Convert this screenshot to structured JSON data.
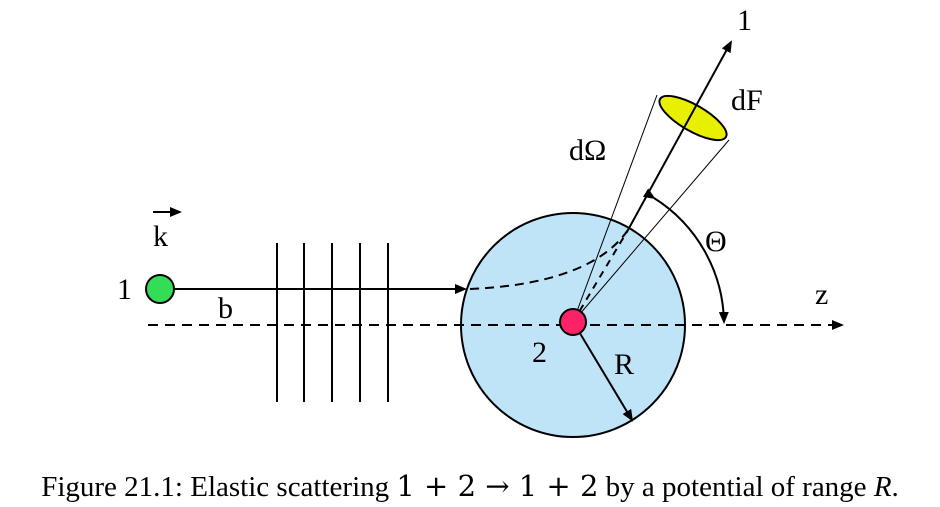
{
  "diagram": {
    "labels": {
      "particle_1": "1",
      "wave_vector": "k",
      "impact_parameter": "b",
      "particle_2": "2",
      "radius": "R",
      "axis": "z",
      "angle": "Θ",
      "solid_angle": "dΩ",
      "detector_area": "dF",
      "outgoing_particle": "1"
    },
    "colors": {
      "particle_1": "#33dd55",
      "particle_2": "#ff2266",
      "potential_region": "#bfe3f7",
      "detector": "#e8f000",
      "lines": "#000000"
    }
  },
  "caption": {
    "prefix": "Figure 21.1: Elastic scattering ",
    "reaction": "1 + 2 → 1 + 2",
    "middle": " by a potential of range ",
    "range_symbol": "R",
    "suffix": "."
  }
}
